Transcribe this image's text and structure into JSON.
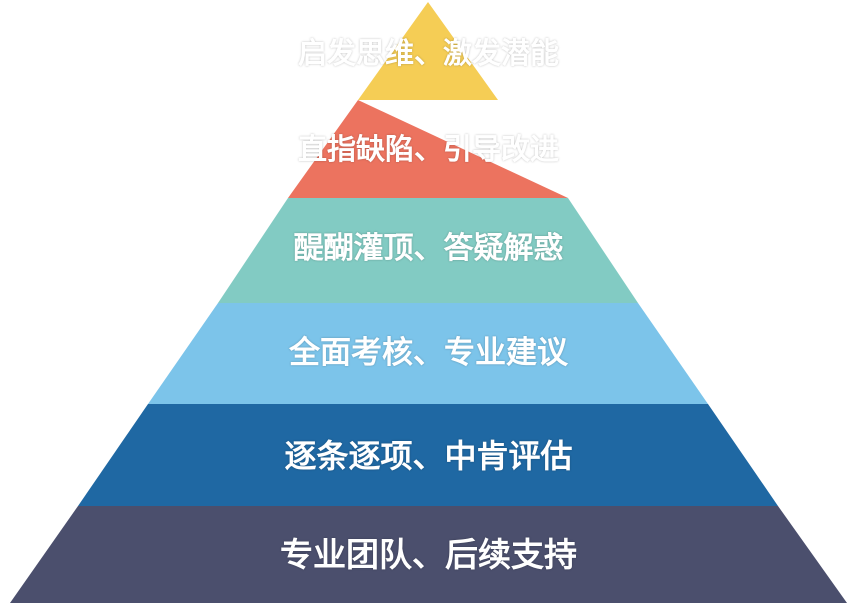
{
  "pyramid": {
    "levels": [
      {
        "label": "启发思维、激发潜能",
        "color": "#F5CD55"
      },
      {
        "label": "直指缺陷、引导改进",
        "color": "#EC735F"
      },
      {
        "label": "醍醐灌顶、答疑解惑",
        "color": "#82CBC3"
      },
      {
        "label": "全面考核、专业建议",
        "color": "#7CC4EA"
      },
      {
        "label": "逐条逐项、中肯评估",
        "color": "#1F68A3"
      },
      {
        "label": "专业团队、后续支持",
        "color": "#4B4F6D"
      }
    ]
  }
}
